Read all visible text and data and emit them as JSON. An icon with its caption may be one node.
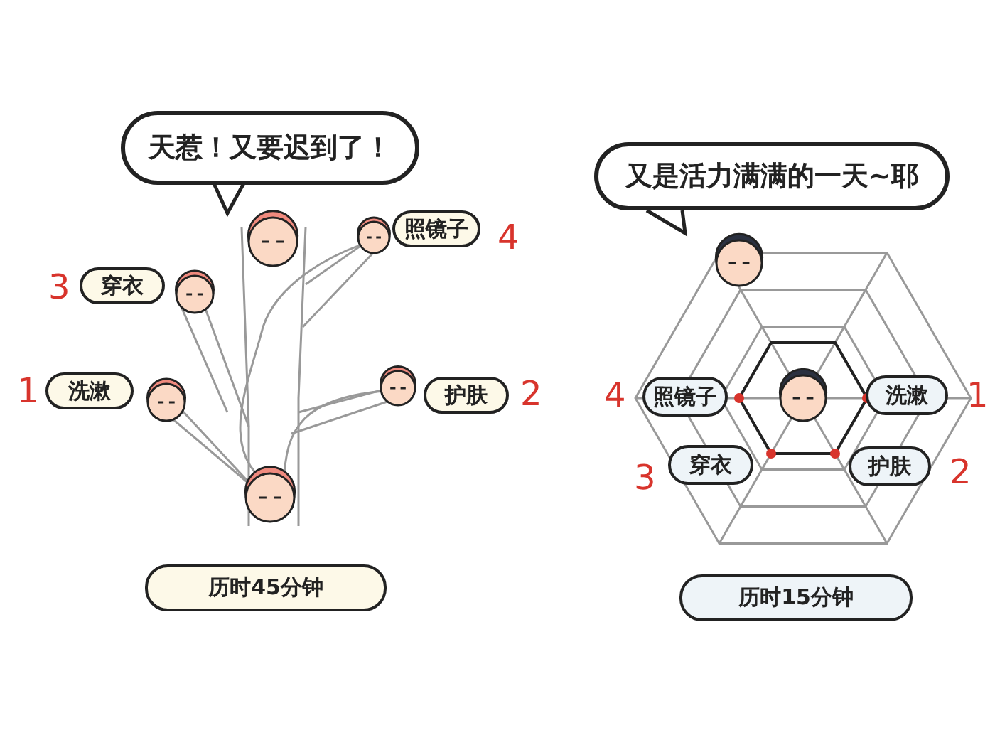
{
  "diagram": {
    "nodes": [
      {
        "text": [
          "天惹！又要迟到了！"
        ]
      },
      {
        "text": [
          "照镜子"
        ],
        "beside": [
          "4"
        ]
      },
      {
        "text": [
          "穿衣"
        ],
        "beside": [
          "3"
        ]
      },
      {
        "text": [
          "洗漱"
        ],
        "beside": [
          "1"
        ]
      },
      {
        "text": [
          "护肤"
        ],
        "beside": [
          "2"
        ]
      },
      {
        "text": [
          "历时45分钟"
        ]
      },
      {
        "text": [
          "又是活力满满的一天~耶"
        ]
      },
      {
        "text": [
          "照镜子"
        ],
        "beside": [
          "4"
        ]
      },
      {
        "text": [
          "洗漱"
        ],
        "beside": [
          "1"
        ]
      },
      {
        "text": [
          "穿衣"
        ],
        "beside": [
          "3"
        ]
      },
      {
        "text": [
          "护肤"
        ],
        "beside": [
          "2"
        ]
      },
      {
        "text": [
          "历时15分钟"
        ]
      }
    ],
    "edges": []
  }
}
